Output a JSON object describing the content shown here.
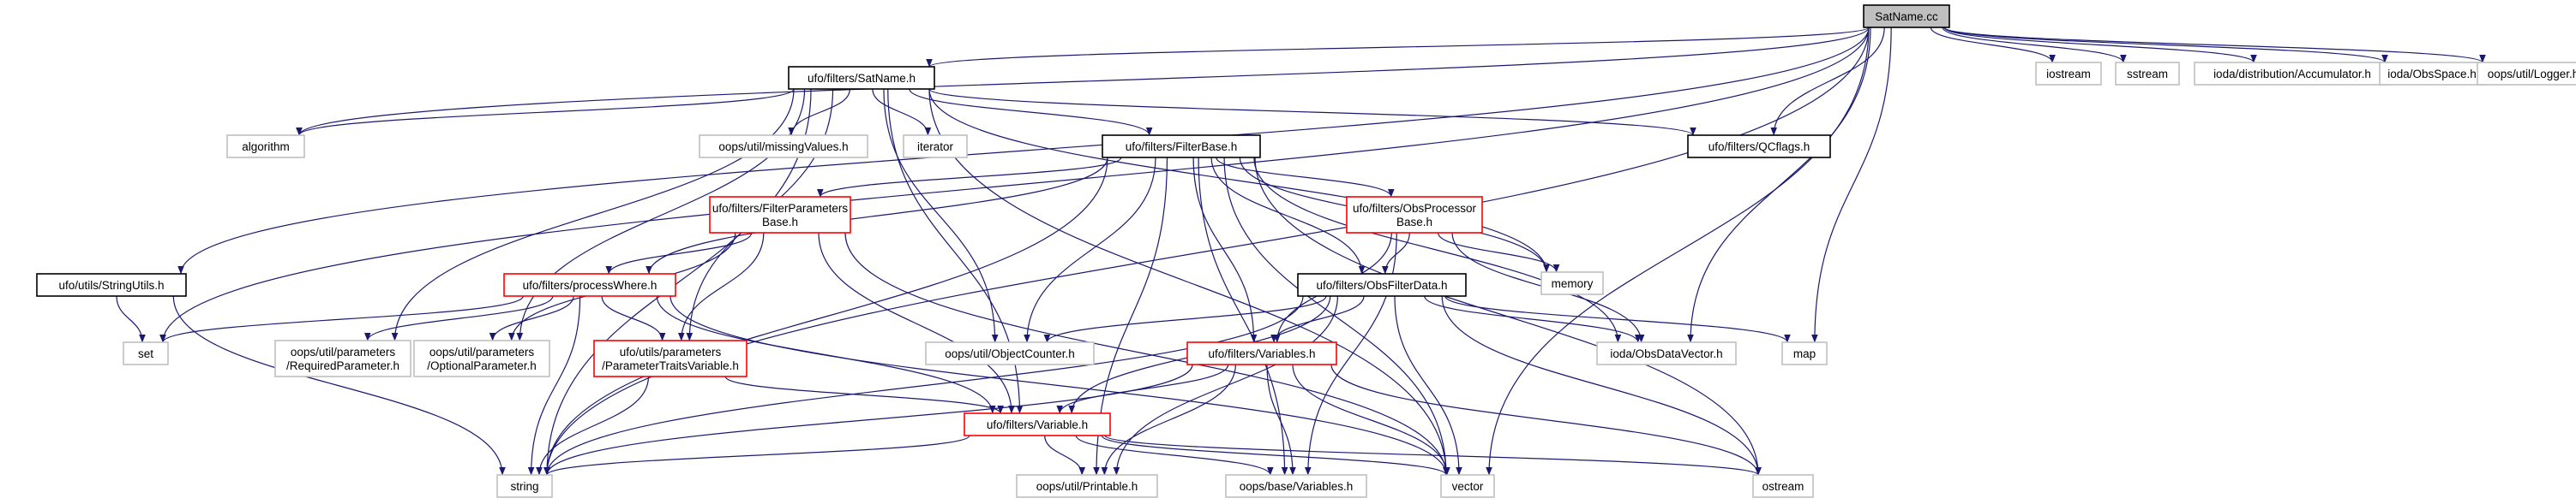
{
  "colors": {
    "edge": "#191970",
    "root_fill": "#bfbfbf",
    "root_border": "#000000",
    "documented_border": "#000000",
    "incomplete_border": "#ff0000",
    "system_border": "#bfbfbf",
    "node_fill": "#ffffff"
  },
  "nodes": [
    {
      "id": "satname_cc",
      "lines": [
        "SatName.cc"
      ],
      "style": "root"
    },
    {
      "id": "satname_h",
      "lines": [
        "ufo/filters/SatName.h"
      ],
      "style": "documented"
    },
    {
      "id": "algorithm",
      "lines": [
        "algorithm"
      ],
      "style": "system"
    },
    {
      "id": "missing_values",
      "lines": [
        "oops/util/missingValues.h"
      ],
      "style": "system"
    },
    {
      "id": "iterator",
      "lines": [
        "iterator"
      ],
      "style": "system"
    },
    {
      "id": "filterbase_h",
      "lines": [
        "ufo/filters/FilterBase.h"
      ],
      "style": "documented"
    },
    {
      "id": "qcflags_h",
      "lines": [
        "ufo/filters/QCflags.h"
      ],
      "style": "documented"
    },
    {
      "id": "iostream",
      "lines": [
        "iostream"
      ],
      "style": "system"
    },
    {
      "id": "sstream",
      "lines": [
        "sstream"
      ],
      "style": "system"
    },
    {
      "id": "accumulator_h",
      "lines": [
        "ioda/distribution/Accumulator.h"
      ],
      "style": "system"
    },
    {
      "id": "obsspace_h",
      "lines": [
        "ioda/ObsSpace.h"
      ],
      "style": "system"
    },
    {
      "id": "logger_h",
      "lines": [
        "oops/util/Logger.h"
      ],
      "style": "system"
    },
    {
      "id": "stringutils_h",
      "lines": [
        "ufo/utils/StringUtils.h"
      ],
      "style": "documented"
    },
    {
      "id": "filterparams_h",
      "lines": [
        "ufo/filters/FilterParameters",
        "Base.h"
      ],
      "style": "incomplete"
    },
    {
      "id": "obsprocessor_h",
      "lines": [
        "ufo/filters/ObsProcessor",
        "Base.h"
      ],
      "style": "incomplete"
    },
    {
      "id": "memory",
      "lines": [
        "memory"
      ],
      "style": "system"
    },
    {
      "id": "processwhere_h",
      "lines": [
        "ufo/filters/processWhere.h"
      ],
      "style": "incomplete"
    },
    {
      "id": "obsfilterdata_h",
      "lines": [
        "ufo/filters/ObsFilterData.h"
      ],
      "style": "documented"
    },
    {
      "id": "set",
      "lines": [
        "set"
      ],
      "style": "system"
    },
    {
      "id": "requiredparam_h",
      "lines": [
        "oops/util/parameters",
        "/RequiredParameter.h"
      ],
      "style": "system"
    },
    {
      "id": "optionalparam_h",
      "lines": [
        "oops/util/parameters",
        "/OptionalParameter.h"
      ],
      "style": "system"
    },
    {
      "id": "paramtraits_h",
      "lines": [
        "ufo/utils/parameters",
        "/ParameterTraitsVariable.h"
      ],
      "style": "incomplete"
    },
    {
      "id": "objectcounter_h",
      "lines": [
        "oops/util/ObjectCounter.h"
      ],
      "style": "system"
    },
    {
      "id": "variables_h",
      "lines": [
        "ufo/filters/Variables.h"
      ],
      "style": "incomplete"
    },
    {
      "id": "obsdatavector_h",
      "lines": [
        "ioda/ObsDataVector.h"
      ],
      "style": "system"
    },
    {
      "id": "map",
      "lines": [
        "map"
      ],
      "style": "system"
    },
    {
      "id": "variable_h",
      "lines": [
        "ufo/filters/Variable.h"
      ],
      "style": "incomplete"
    },
    {
      "id": "string",
      "lines": [
        "string"
      ],
      "style": "system"
    },
    {
      "id": "printable_h",
      "lines": [
        "oops/util/Printable.h"
      ],
      "style": "system"
    },
    {
      "id": "oops_variables_h",
      "lines": [
        "oops/base/Variables.h"
      ],
      "style": "system"
    },
    {
      "id": "vector",
      "lines": [
        "vector"
      ],
      "style": "system"
    },
    {
      "id": "ostream",
      "lines": [
        "ostream"
      ],
      "style": "system"
    }
  ],
  "edges": [
    [
      "satname_cc",
      "satname_h"
    ],
    [
      "satname_cc",
      "algorithm"
    ],
    [
      "satname_cc",
      "iostream"
    ],
    [
      "satname_cc",
      "sstream"
    ],
    [
      "satname_cc",
      "accumulator_h"
    ],
    [
      "satname_cc",
      "obsspace_h"
    ],
    [
      "satname_cc",
      "logger_h"
    ],
    [
      "satname_cc",
      "qcflags_h"
    ],
    [
      "satname_cc",
      "stringutils_h"
    ],
    [
      "satname_cc",
      "set"
    ],
    [
      "satname_cc",
      "string"
    ],
    [
      "satname_cc",
      "obsdatavector_h"
    ],
    [
      "satname_cc",
      "map"
    ],
    [
      "satname_cc",
      "vector"
    ],
    [
      "satname_h",
      "algorithm"
    ],
    [
      "satname_h",
      "missing_values"
    ],
    [
      "satname_h",
      "iterator"
    ],
    [
      "satname_h",
      "filterbase_h"
    ],
    [
      "satname_h",
      "qcflags_h"
    ],
    [
      "satname_h",
      "memory"
    ],
    [
      "satname_h",
      "string"
    ],
    [
      "satname_h",
      "vector"
    ],
    [
      "satname_h",
      "objectcounter_h"
    ],
    [
      "satname_h",
      "requiredparam_h"
    ],
    [
      "satname_h",
      "optionalparam_h"
    ],
    [
      "satname_h",
      "paramtraits_h"
    ],
    [
      "satname_h",
      "variable_h"
    ],
    [
      "filterbase_h",
      "filterparams_h"
    ],
    [
      "filterbase_h",
      "obsprocessor_h"
    ],
    [
      "filterbase_h",
      "memory"
    ],
    [
      "filterbase_h",
      "processwhere_h"
    ],
    [
      "filterbase_h",
      "obsfilterdata_h"
    ],
    [
      "filterbase_h",
      "variables_h"
    ],
    [
      "filterbase_h",
      "objectcounter_h"
    ],
    [
      "filterbase_h",
      "obsdatavector_h"
    ],
    [
      "filterbase_h",
      "printable_h"
    ],
    [
      "filterbase_h",
      "oops_variables_h"
    ],
    [
      "filterbase_h",
      "string"
    ],
    [
      "filterbase_h",
      "vector"
    ],
    [
      "filterbase_h",
      "ostream"
    ],
    [
      "filterparams_h",
      "processwhere_h"
    ],
    [
      "filterparams_h",
      "optionalparam_h"
    ],
    [
      "filterparams_h",
      "paramtraits_h"
    ],
    [
      "filterparams_h",
      "variable_h"
    ],
    [
      "filterparams_h",
      "vector"
    ],
    [
      "obsprocessor_h",
      "memory"
    ],
    [
      "obsprocessor_h",
      "obsfilterdata_h"
    ],
    [
      "obsprocessor_h",
      "variables_h"
    ],
    [
      "obsprocessor_h",
      "obsdatavector_h"
    ],
    [
      "obsprocessor_h",
      "oops_variables_h"
    ],
    [
      "processwhere_h",
      "set"
    ],
    [
      "processwhere_h",
      "requiredparam_h"
    ],
    [
      "processwhere_h",
      "optionalparam_h"
    ],
    [
      "processwhere_h",
      "paramtraits_h"
    ],
    [
      "processwhere_h",
      "string"
    ],
    [
      "processwhere_h",
      "variable_h"
    ],
    [
      "processwhere_h",
      "vector"
    ],
    [
      "stringutils_h",
      "set"
    ],
    [
      "stringutils_h",
      "string"
    ],
    [
      "obsfilterdata_h",
      "objectcounter_h"
    ],
    [
      "obsfilterdata_h",
      "variables_h"
    ],
    [
      "obsfilterdata_h",
      "obsdatavector_h"
    ],
    [
      "obsfilterdata_h",
      "map"
    ],
    [
      "obsfilterdata_h",
      "variable_h"
    ],
    [
      "obsfilterdata_h",
      "string"
    ],
    [
      "obsfilterdata_h",
      "printable_h"
    ],
    [
      "obsfilterdata_h",
      "vector"
    ],
    [
      "obsfilterdata_h",
      "ostream"
    ],
    [
      "paramtraits_h",
      "variable_h"
    ],
    [
      "paramtraits_h",
      "string"
    ],
    [
      "variables_h",
      "variable_h"
    ],
    [
      "variables_h",
      "string"
    ],
    [
      "variables_h",
      "printable_h"
    ],
    [
      "variables_h",
      "oops_variables_h"
    ],
    [
      "variables_h",
      "vector"
    ],
    [
      "variables_h",
      "ostream"
    ],
    [
      "variable_h",
      "string"
    ],
    [
      "variable_h",
      "printable_h"
    ],
    [
      "variable_h",
      "oops_variables_h"
    ],
    [
      "variable_h",
      "vector"
    ],
    [
      "variable_h",
      "ostream"
    ]
  ]
}
